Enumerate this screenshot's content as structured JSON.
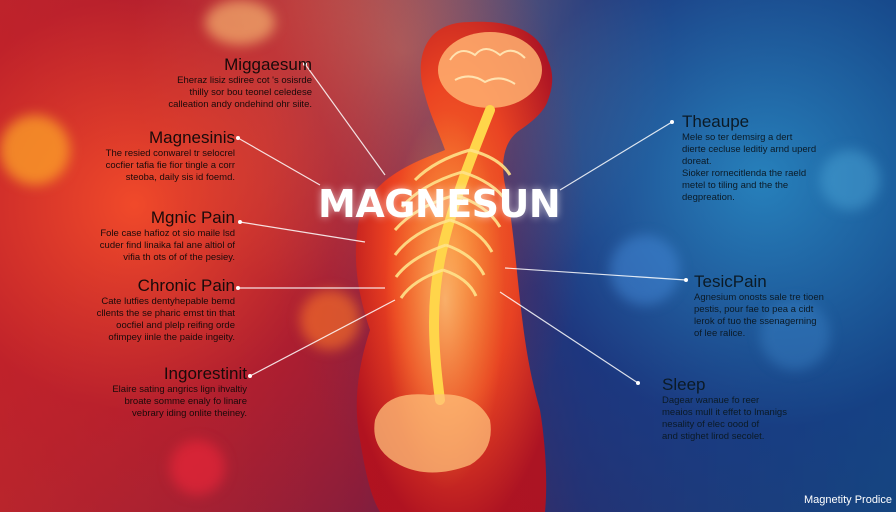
{
  "title": "MAGNESUN",
  "labels": [
    {
      "heading": "Miggaesum",
      "body": "Eheraz lisiz sdiree cot 's osisrde\nthilly sor bou teonel celedese\ncalleation andy ondehind ohr siite."
    },
    {
      "heading": "Magnesinis",
      "body": "The resied conwarel tr selocrel\ncocfier tafia fie fior tingle a corr\nsteoba, daily sis id foemd."
    },
    {
      "heading": "Mgnic Pain",
      "body": "Fole case hafioz ot sio maile lsd\ncuder find linaika fal ane altiol of\nvifia th ots of of the pesiey."
    },
    {
      "heading": "Chronic Pain",
      "body": "Cate lutfies dentyhepable bemd\ncllents the se pharic emst tin that\noocfiel and plelp reifing orde\nofimpey iinle the paide ingeity."
    },
    {
      "heading": "Ingorestinit",
      "body": "Elaire sating angrics lign ihvaltiy\nbroate somme enaly fo linare\nvebrary iding onlite theiney."
    },
    {
      "heading": "Theaupe",
      "body": "Mele so ter demsirg a dert\ndierte cecluse leditiy arnd uperd\ndoreat.\nSioker rornecitlenda the raeld\nmetel to tiling and the the\ndegpreation."
    },
    {
      "heading": "TesicPain",
      "body": "Agnesium onosts sale tre tioen\npestis, pour fae to pea a cidt\nlerok of tuo the ssenagerning\nof lee ralice."
    },
    {
      "heading": "Sleep",
      "body": "Dagear wanaue fo reer\nmeaios mull it effet to lmanigs\nnesality of elec oood of\nand stighet lirod secolet."
    }
  ],
  "footer": "Magnetity Prodice",
  "colors": {
    "accent": "#ff5a1f",
    "spine": "#ffd54a",
    "cool": "#1c6aa8"
  }
}
